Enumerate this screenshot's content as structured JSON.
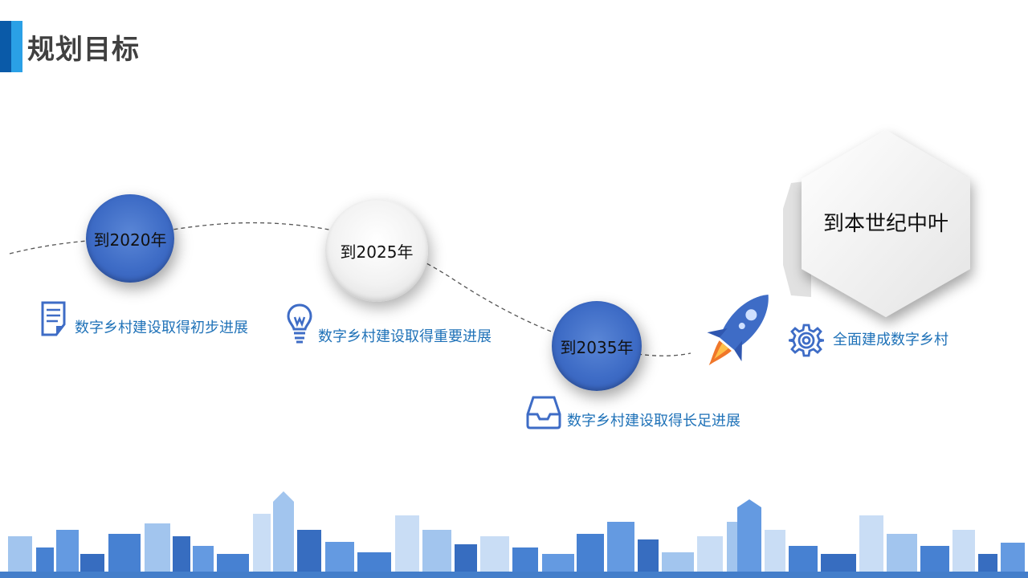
{
  "page": {
    "title": "规划目标"
  },
  "milestones": [
    {
      "year_label": "到2020年",
      "desc": "数字乡村建设取得初步进展",
      "icon": "document-icon"
    },
    {
      "year_label": "到2025年",
      "desc": "数字乡村建设取得重要进展",
      "icon": "lightbulb-icon"
    },
    {
      "year_label": "到2035年",
      "desc": "数字乡村建设取得长足进展",
      "icon": "inbox-tray-icon"
    },
    {
      "year_label": "到本世纪中叶",
      "desc": "全面建成数字乡村",
      "icon": "gear-icon"
    }
  ],
  "colors": {
    "accent_dark": "#0a5aa8",
    "accent_light": "#2aa0e6",
    "circle_blue": "#3e6cc6",
    "label_blue": "#1f72b8"
  },
  "decor": {
    "rocket": "rocket-icon",
    "skyline": "city-skyline"
  }
}
